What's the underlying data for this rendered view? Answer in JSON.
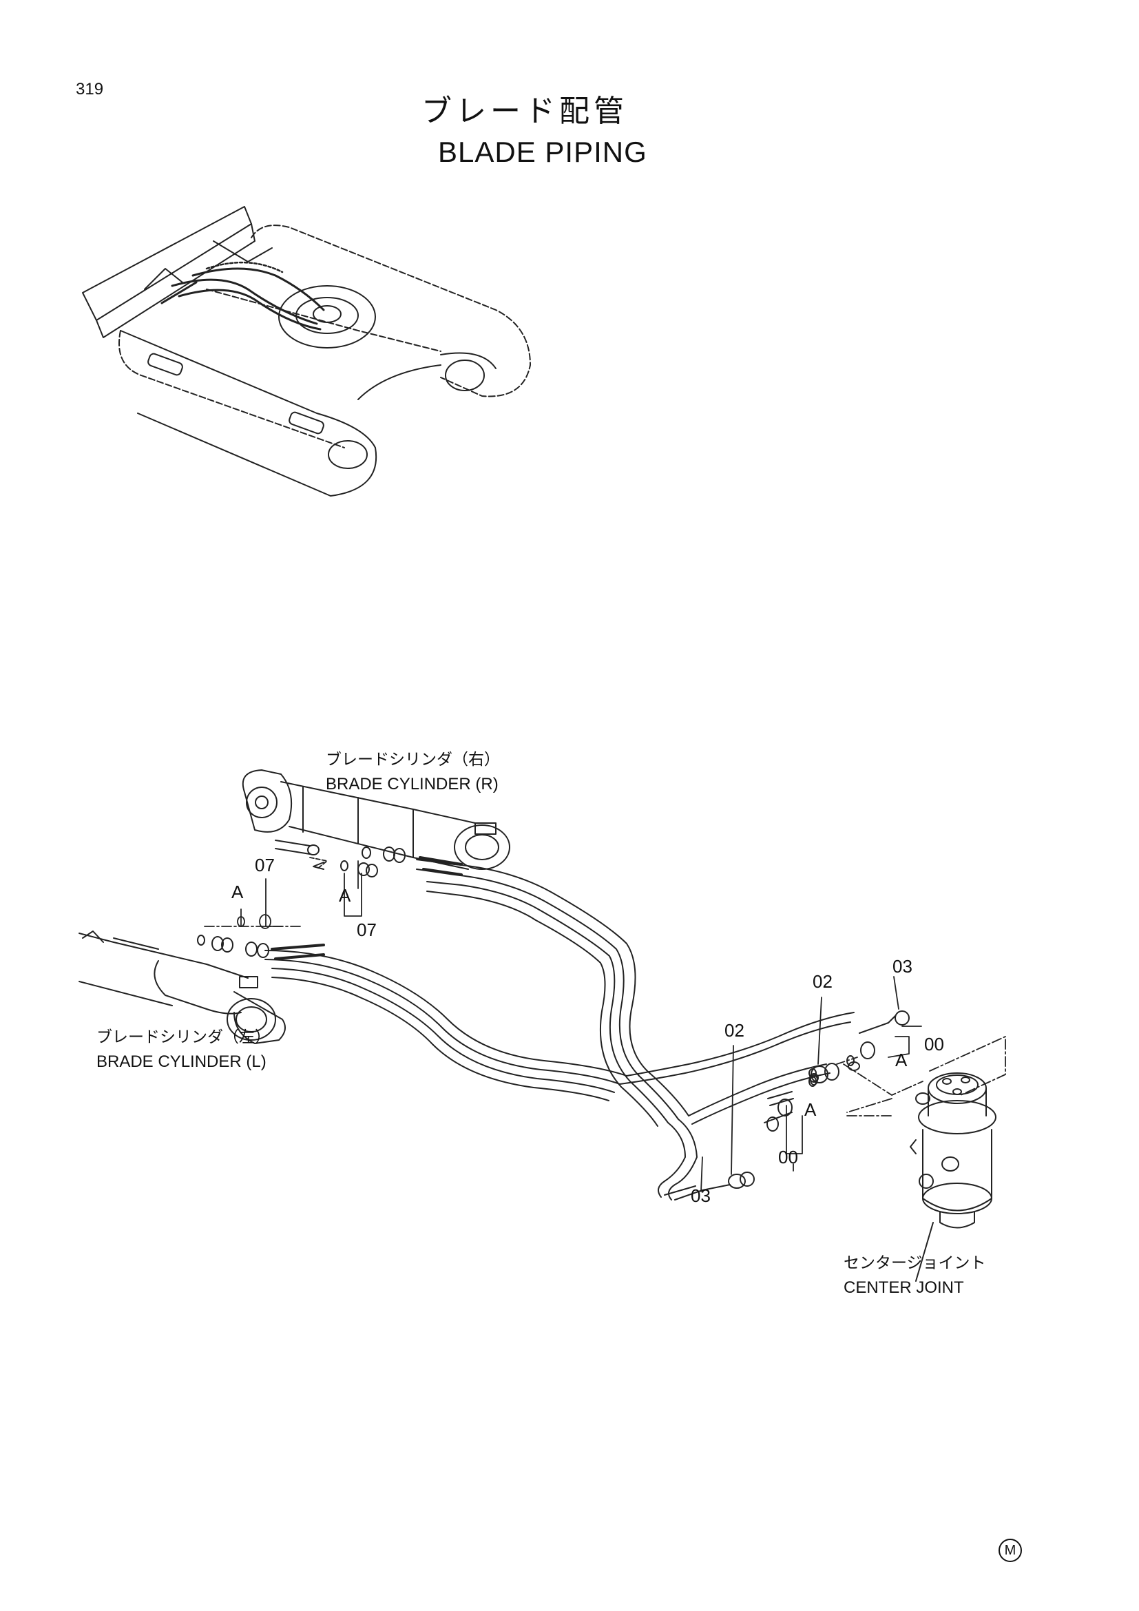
{
  "page_number": "319",
  "title": {
    "jp": "ブレード配管",
    "en": "BLADE PIPING"
  },
  "labels": {
    "cyl_r_jp": "ブレードシリンダ（右）",
    "cyl_r_en": "BRADE  CYLINDER (R)",
    "cyl_l_jp": "ブレードシリンダ（左）",
    "cyl_l_en": "BRADE  CYLINDER (L)",
    "center_jp": "センタージョイント",
    "center_en": "CENTER JOINT"
  },
  "callouts": {
    "p07_upper": "07",
    "p07_lower": "07",
    "a_upper_left": "A",
    "a_upper_mid": "A",
    "a_right_upper": "A",
    "a_right_lower": "A",
    "p02_left": "02",
    "p02_right": "02",
    "p03_top": "03",
    "p03_bottom": "03",
    "p00_right": "00",
    "p00_bottom": "00"
  },
  "mark": "M"
}
